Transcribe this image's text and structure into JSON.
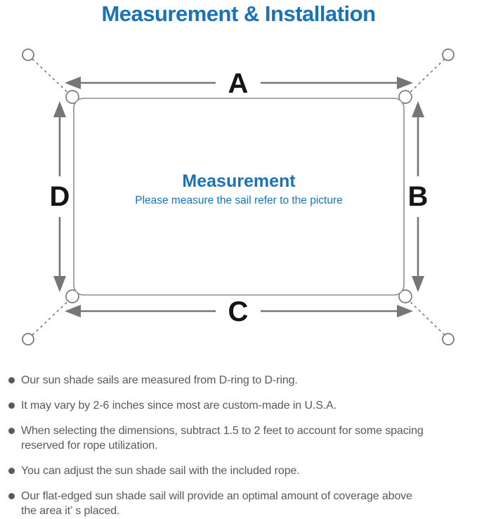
{
  "title": "Measurement & Installation",
  "diagram": {
    "center_title": "Measurement",
    "center_subtitle": "Please measure the sail refer to the picture",
    "labels": {
      "top": "A",
      "right": "B",
      "bottom": "C",
      "left": "D"
    }
  },
  "bullets": [
    "Our sun shade sails are measured from D-ring to D-ring.",
    "It may vary by 2-6 inches since most are custom-made in U.S.A.",
    "When selecting the dimensions, subtract 1.5 to 2 feet to account for some spacing\nreserved for rope utilization.",
    "You can adjust the sun shade sail with the included rope.",
    "Our flat-edged sun shade sail will provide an optimal amount of coverage above\nthe area it’ s placed."
  ],
  "colors": {
    "accent_blue": "#1a73b8",
    "diagram_line_gray": "#7d7d7d",
    "dimension_label_black": "#151515",
    "body_text_gray": "#595959"
  }
}
